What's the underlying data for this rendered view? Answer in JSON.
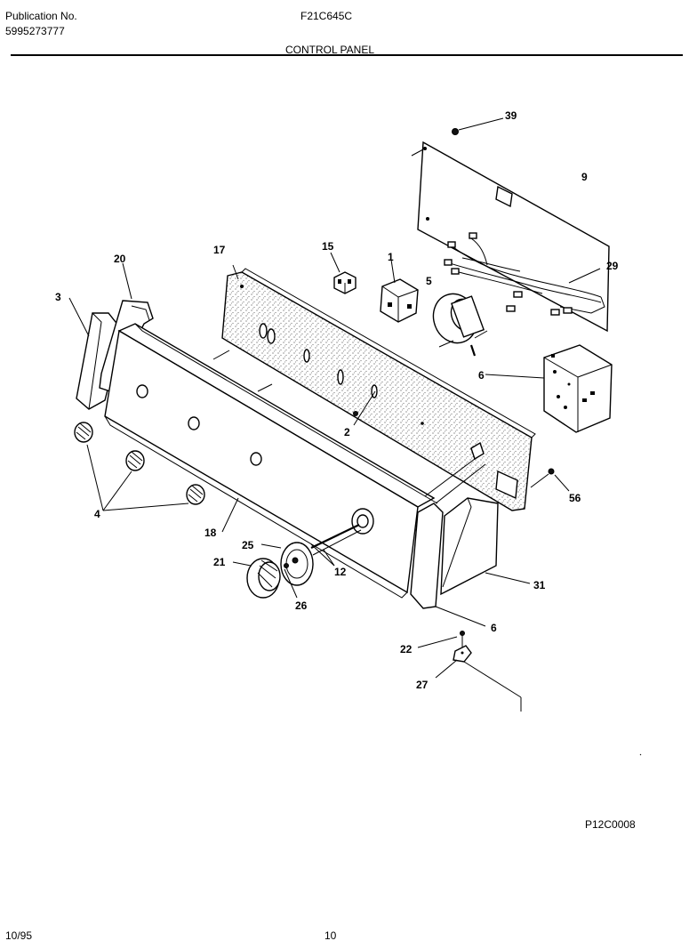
{
  "header": {
    "publication_label": "Publication No.",
    "publication_number": "5995273777",
    "model": "F21C645C",
    "section_title": "CONTROL PANEL"
  },
  "footer": {
    "date": "10/95",
    "page": "10",
    "drawing_code": "P12C0008"
  },
  "part_labels": {
    "p39": "39",
    "p9": "9",
    "p15": "15",
    "p1": "1",
    "p17": "17",
    "p20": "20",
    "p29": "29",
    "p3": "3",
    "p5": "5",
    "p6a": "6",
    "p2": "2",
    "p56": "56",
    "p4": "4",
    "p18": "18",
    "p25": "25",
    "p21": "21",
    "p12": "12",
    "p26": "26",
    "p31": "31",
    "p6b": "6",
    "p22": "22",
    "p27": "27"
  }
}
